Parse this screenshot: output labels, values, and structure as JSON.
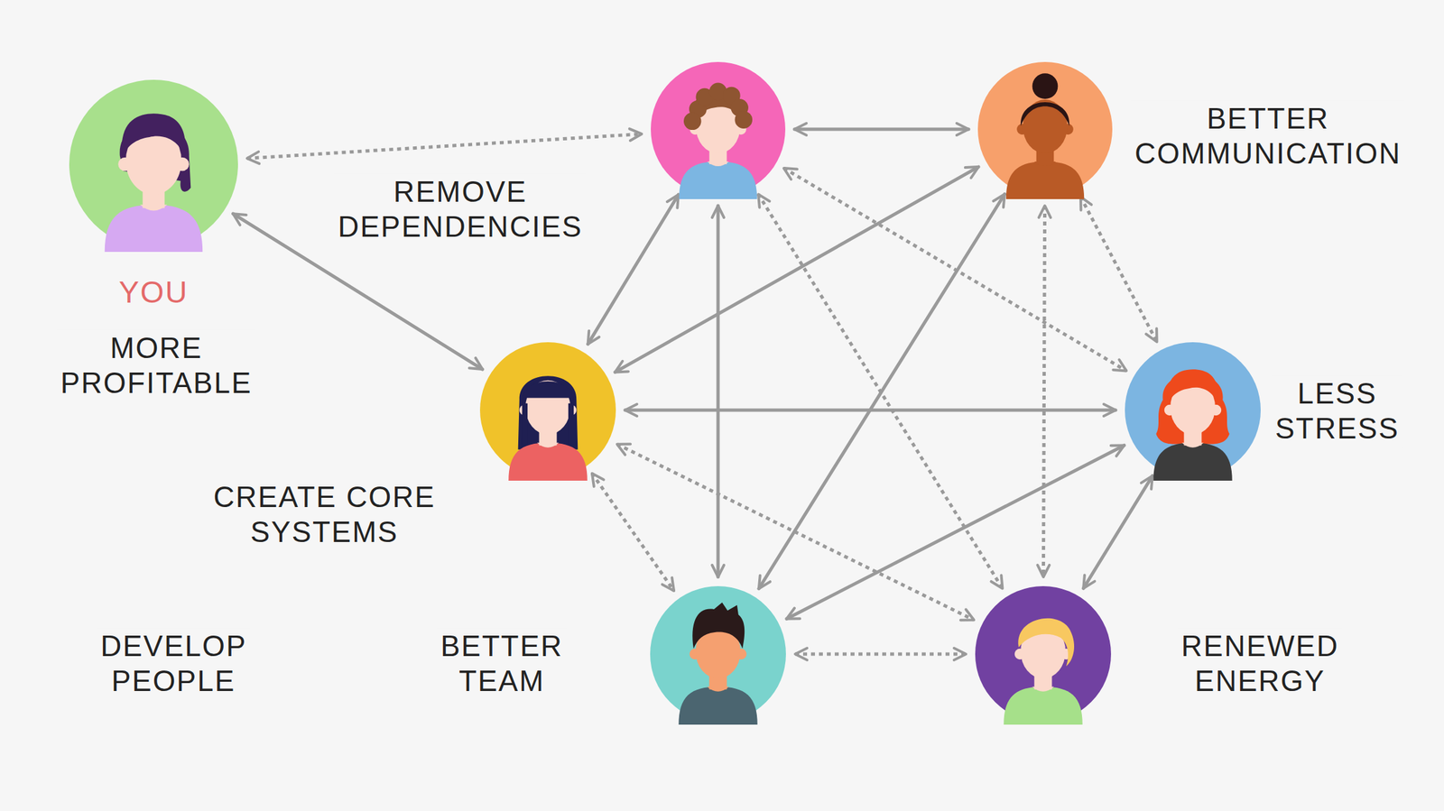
{
  "diagram": {
    "nodes": [
      {
        "text": [
          "YOU"
        ]
      },
      {
        "text": []
      },
      {
        "text": []
      },
      {
        "text": []
      },
      {
        "text": []
      },
      {
        "text": []
      },
      {
        "text": []
      }
    ],
    "edges": [
      {
        "from": 0,
        "to": 1,
        "arrow": "both"
      },
      {
        "from": 0,
        "to": 3,
        "arrow": "both"
      },
      {
        "from": 1,
        "to": 2,
        "arrow": "both"
      },
      {
        "from": 1,
        "to": 3,
        "arrow": "both"
      },
      {
        "from": 1,
        "to": 5,
        "arrow": "both"
      },
      {
        "from": 1,
        "to": 4,
        "arrow": "both"
      },
      {
        "from": 1,
        "to": 6,
        "arrow": "both"
      },
      {
        "from": 2,
        "to": 3,
        "arrow": "both"
      },
      {
        "from": 2,
        "to": 5,
        "arrow": "both"
      },
      {
        "from": 2,
        "to": 4,
        "arrow": "both"
      },
      {
        "from": 2,
        "to": 6,
        "arrow": "both"
      },
      {
        "from": 3,
        "to": 4,
        "arrow": "both"
      },
      {
        "from": 3,
        "to": 5,
        "arrow": "both"
      },
      {
        "from": 3,
        "to": 6,
        "arrow": "both"
      },
      {
        "from": 4,
        "to": 5,
        "arrow": "both"
      },
      {
        "from": 4,
        "to": 6,
        "arrow": "both"
      },
      {
        "from": 5,
        "to": 6,
        "arrow": "both"
      }
    ],
    "labels": [
      "BETTER COMMUNICATION",
      "REMOVE DEPENDENCIES",
      "MORE PROFITABLE",
      "LESS STRESS",
      "CREATE CORE SYSTEMS",
      "DEVELOP PEOPLE",
      "BETTER TEAM",
      "RENEWED ENERGY"
    ]
  }
}
